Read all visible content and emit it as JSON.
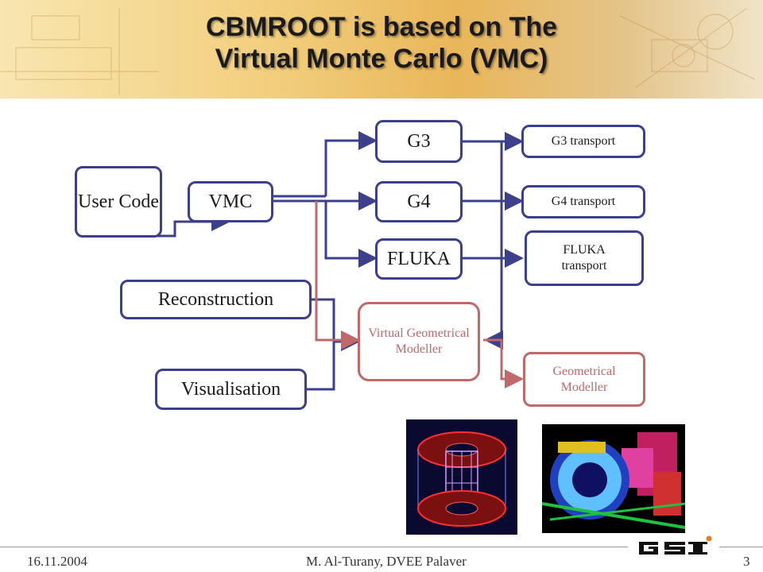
{
  "slide": {
    "title_line1": "CBMROOT is based on The",
    "title_line2": "Virtual Monte Carlo (VMC)"
  },
  "boxes": {
    "user_code": "User Code",
    "vmc": "VMC",
    "g3": "G3",
    "g4": "G4",
    "fluka": "FLUKA",
    "g3_transport": "G3 transport",
    "g4_transport": "G4 transport",
    "fluka_transport": "FLUKA transport",
    "reconstruction": "Reconstruction",
    "visualisation": "Visualisation",
    "virtual_geometrical_modeller": "Virtual Geometrical Modeller",
    "geometrical_modeller": "Geometrical Modeller"
  },
  "footer": {
    "date": "16.11.2004",
    "author": "M. Al-Turany,  DVEE  Palaver",
    "page": "3",
    "logo": "GSI"
  },
  "colors": {
    "blue_lines": "#3b3f8c",
    "red_lines": "#c0686a"
  }
}
